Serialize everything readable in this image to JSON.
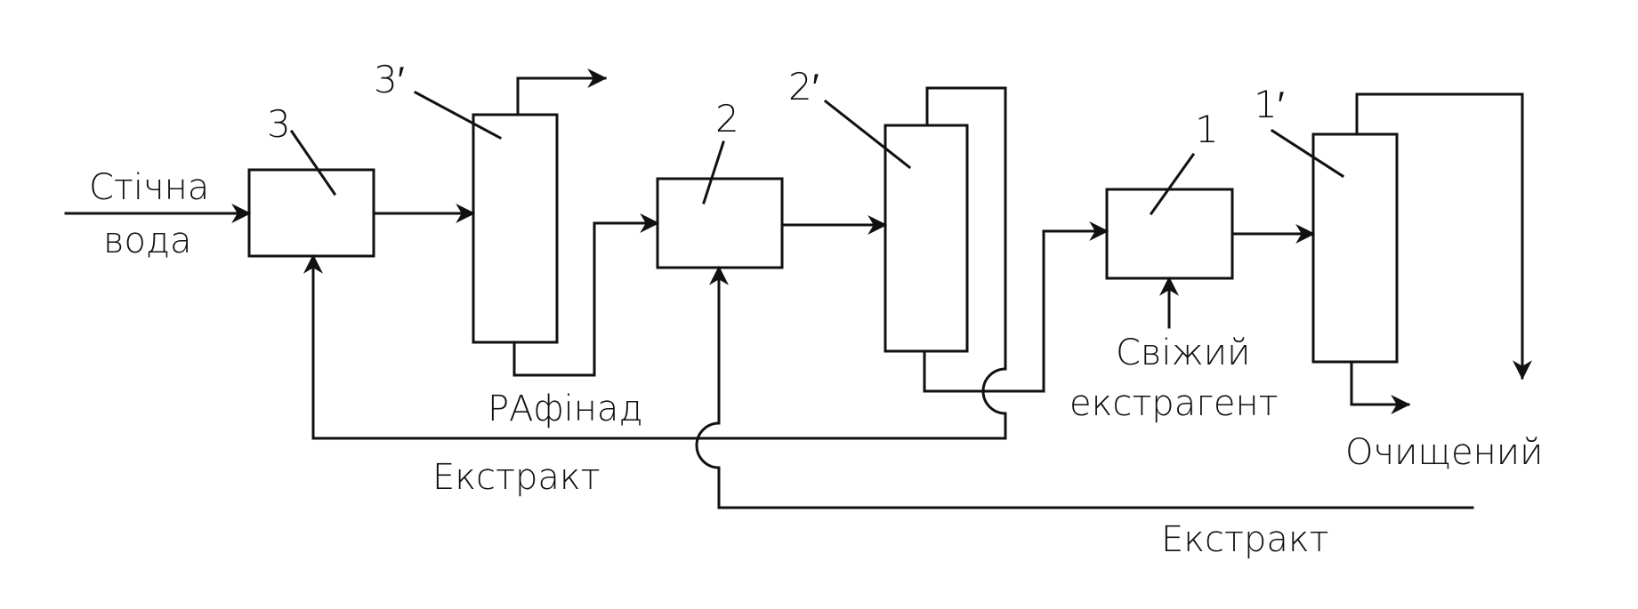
{
  "labels": {
    "wastewater_line1": "Стічна",
    "wastewater_line2": "вода",
    "raffinate": "РАфінад",
    "extract_upper": "Екстракт",
    "extract_lower": "Екстракт",
    "fresh_line1": "Свіжий",
    "fresh_line2": "екстрагент",
    "purified": "Очищений"
  },
  "units": {
    "mixer_3": "3",
    "column_3": "3′",
    "mixer_2": "2",
    "column_2": "2′",
    "mixer_1": "1",
    "column_1": "1′"
  },
  "colors": {
    "line": "#111111",
    "background": "#ffffff"
  }
}
